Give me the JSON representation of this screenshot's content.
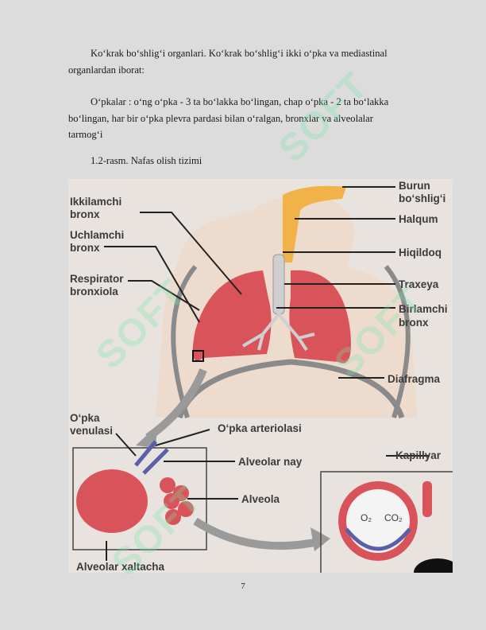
{
  "paragraphs": {
    "p1_line1": "Ko‘krak  bo‘shlig‘i  organlari.  Ko‘krak  bo‘shlig‘i  ikki  o‘pka  va  mediastinal",
    "p1_line2": "organlardan iborat:",
    "p2_line1": "O‘pkalar : o‘ng o‘pka - 3 ta bo‘lakka bo‘lingan, chap o‘pka - 2 ta bo‘lakka",
    "p2_line2": "bo‘lingan,  har  bir  o‘pka  plevra  pardasi  bilan  o‘ralgan,  bronxlar  va  alveolalar",
    "p2_line3": "tarmog‘i"
  },
  "caption": "1.2-rasm. Nafas olish tizimi",
  "figure_labels": {
    "burun_1": "Burun",
    "burun_2": "bo‘shlig‘i",
    "halqum": "Halqum",
    "hiqildoq": "Hiqildoq",
    "traxeya": "Traxeya",
    "birlamchi_1": "Birlamchi",
    "birlamchi_2": "bronx",
    "diafragma": "Diafragma",
    "ikkilamchi_1": "Ikkilamchi",
    "ikkilamchi_2": "bronx",
    "uchlamchi_1": "Uchlamchi",
    "uchlamchi_2": "bronx",
    "respirator_1": "Respirator",
    "respirator_2": "bronxiola",
    "opka_venulasi_1": "O‘pka",
    "opka_venulasi_2": "venulasi",
    "opka_arteriolasi": "O‘pka arteriolasi",
    "alveolar_nay": "Alveolar nay",
    "alveola": "Alveola",
    "kapillyar": "Kapillyar",
    "alveolar_xaltacha": "Alveolar xaltacha",
    "o2": "O₂",
    "co2": "CO₂"
  },
  "page_number": "7",
  "watermark": "SOFT",
  "colors": {
    "lung": "#d9545a",
    "airway": "#f2b24a",
    "frame": "#8a8a8a",
    "leader": "#222222",
    "vein": "#5a5fa8"
  }
}
